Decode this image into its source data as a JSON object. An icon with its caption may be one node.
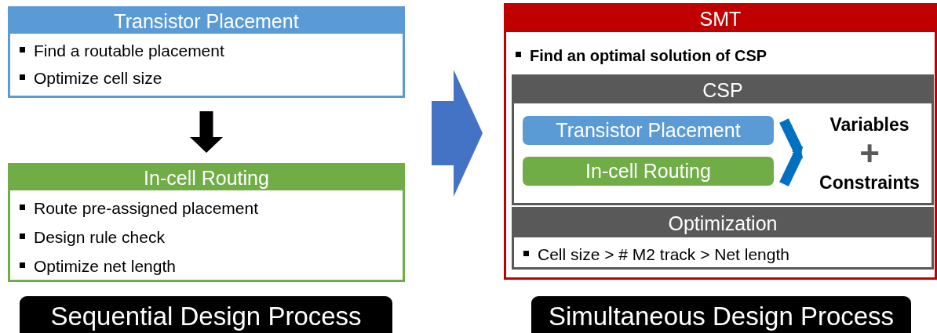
{
  "diagram": {
    "nodes": [
      {
        "text": [
          "Transistor Placement",
          "Find a routable placement",
          "Optimize cell size"
        ]
      },
      {
        "text": [
          "In-cell Routing",
          "Route pre-assigned placement",
          "Design rule check",
          "Optimize net length"
        ]
      },
      {
        "text": [
          "Sequential Design Process"
        ]
      },
      {
        "text": [
          "SMT",
          "Find an optimal solution of CSP"
        ]
      },
      {
        "text": [
          "CSP"
        ],
        "in": 3
      },
      {
        "text": [
          "Transistor Placement"
        ],
        "in": 4
      },
      {
        "text": [
          "In-cell Routing"
        ],
        "in": 4
      },
      {
        "text": [
          "Variables",
          "+",
          "Constraints"
        ],
        "in": 4
      },
      {
        "text": [
          "Optimization",
          "Cell size > # M2 track > Net length"
        ],
        "in": 3
      },
      {
        "text": [
          "Simultaneous Design Process"
        ]
      }
    ],
    "edges": [
      {
        "from": 0,
        "to": 1,
        "arrow": "to",
        "style": "thick"
      },
      {
        "from": 5,
        "to": 7,
        "arrow": "to",
        "color": "#0070c0"
      },
      {
        "from": 6,
        "to": 7,
        "arrow": "to",
        "color": "#0070c0"
      },
      {
        "from": null,
        "to": 3,
        "arrow": "to",
        "style": "thick",
        "color": "#4472c4"
      }
    ]
  }
}
